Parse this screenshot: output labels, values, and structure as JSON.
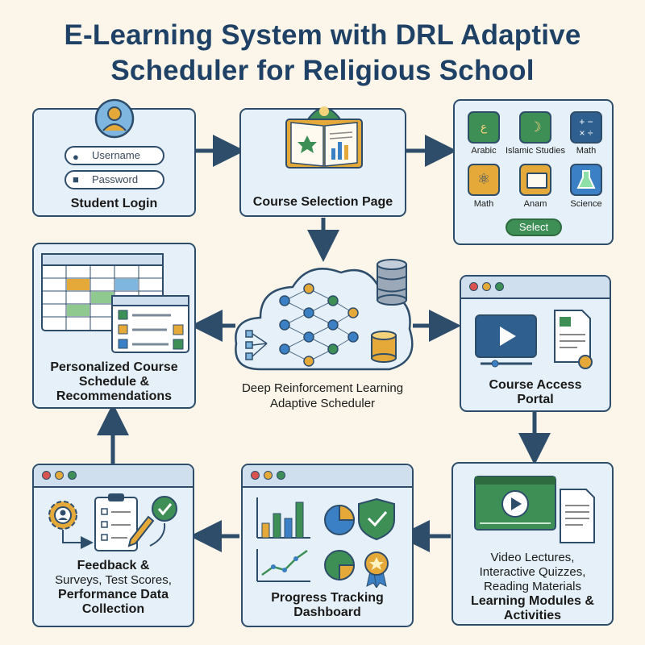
{
  "title": {
    "line1": "E-Learning System with DRL Adaptive",
    "line2": "Scheduler for Religious School"
  },
  "login": {
    "username_placeholder": "Username",
    "password_placeholder": "Password",
    "label": "Student Login"
  },
  "course_selection": {
    "label": "Course Selection Page"
  },
  "subjects": {
    "items": [
      {
        "label": "Arabic",
        "icon": "arabic-calligraphy-icon",
        "color": "#3d8f55"
      },
      {
        "label": "Islamic Studies",
        "icon": "crescent-star-icon",
        "color": "#3d8f55"
      },
      {
        "label": "Math",
        "icon": "calculator-icon",
        "color": "#2f5f8f"
      },
      {
        "label": "Math",
        "icon": "atom-icon",
        "color": "#e5a93a"
      },
      {
        "label": "Anam",
        "icon": "open-book-icon",
        "color": "#e5a93a"
      },
      {
        "label": "Science",
        "icon": "flask-icon",
        "color": "#3b7fc4"
      }
    ],
    "select_label": "Select"
  },
  "scheduler": {
    "line1": "Deep Reinforcement Learning",
    "line2": "Adaptive Scheduler"
  },
  "schedule": {
    "line1": "Personalized Course",
    "line2": "Schedule &",
    "line3": "Recommendations"
  },
  "portal": {
    "line1": "Course Access",
    "line2": "Portal"
  },
  "modules": {
    "line1": "Video Lectures,",
    "line2": "Interactive Quizzes,",
    "line3": "Reading Materials",
    "line4": "Learning Modules &",
    "line5": "Activities"
  },
  "progress": {
    "line1": "Progress Tracking",
    "line2": "Dashboard"
  },
  "feedback": {
    "line1": "Feedback &",
    "line2": "Surveys, Test Scores,",
    "line3": "Performance Data",
    "line4": "Collection"
  },
  "colors": {
    "navy": "#2e4d6b",
    "green": "#3d8f55",
    "gold": "#e5a93a",
    "blue": "#3b7fc4",
    "panel": "#e6f0f8"
  }
}
